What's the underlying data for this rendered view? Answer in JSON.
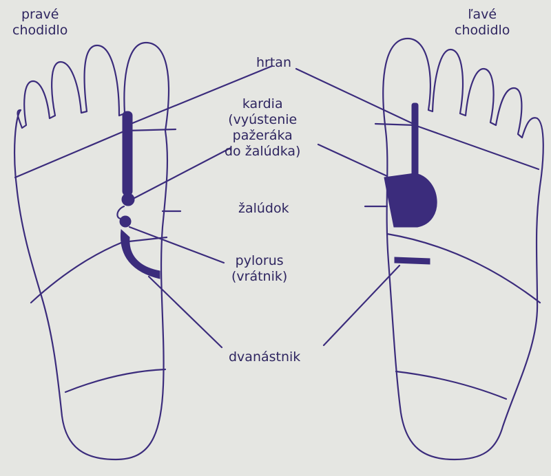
{
  "title_right_foot": [
    "pravé",
    "chodidlo"
  ],
  "title_left_foot": [
    "ľavé",
    "chodidlo"
  ],
  "labels": {
    "larynx": "hrtan",
    "cardia": [
      "kardia",
      "(vyústenie",
      "pažeráka",
      "do žalúdka)"
    ],
    "stomach": "žalúdok",
    "pylorus": [
      "pylorus",
      "(vrátnik)"
    ],
    "duodenum": "dvanástnik"
  },
  "colors": {
    "ink": "#3b2c7c",
    "paper": "#e5e6e2"
  }
}
